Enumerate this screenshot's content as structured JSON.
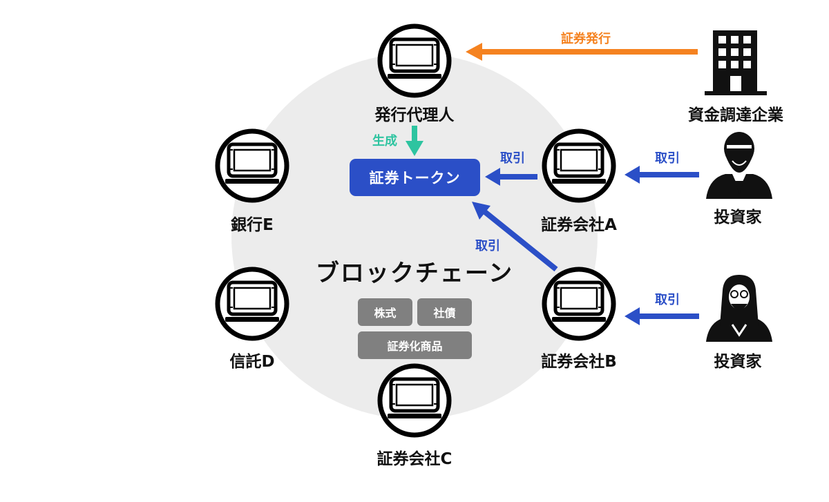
{
  "diagram": {
    "center_title": "ブロックチェーン",
    "token_label": "証券トークン",
    "asset_tags": [
      "株式",
      "社債",
      "証券化商品"
    ],
    "nodes": {
      "issuing_agent": "発行代理人",
      "securities_a": "証券会社A",
      "securities_b": "証券会社B",
      "securities_c": "証券会社C",
      "trust_d": "信託D",
      "bank_e": "銀行E"
    },
    "external": {
      "company": "資金調達企業",
      "investor_1": "投資家",
      "investor_2": "投資家"
    },
    "arrows": {
      "issue": "証券発行",
      "generate": "生成",
      "trade_a_token": "取引",
      "trade_inv1_a": "取引",
      "trade_b_token": "取引",
      "trade_inv2_b": "取引"
    },
    "colors": {
      "issue_arrow": "#f58220",
      "generate_arrow": "#2ec4a0",
      "trade_arrow": "#2b4fc7",
      "token_fill": "#2b4fc7",
      "tag_fill": "#808080",
      "chain_circle": "#ececec"
    },
    "icons": {
      "computer_node": "laptop-icon",
      "company": "office-building-icon",
      "investor_1": "bald-bearded-man-icon",
      "investor_2": "long-haired-man-icon"
    }
  }
}
